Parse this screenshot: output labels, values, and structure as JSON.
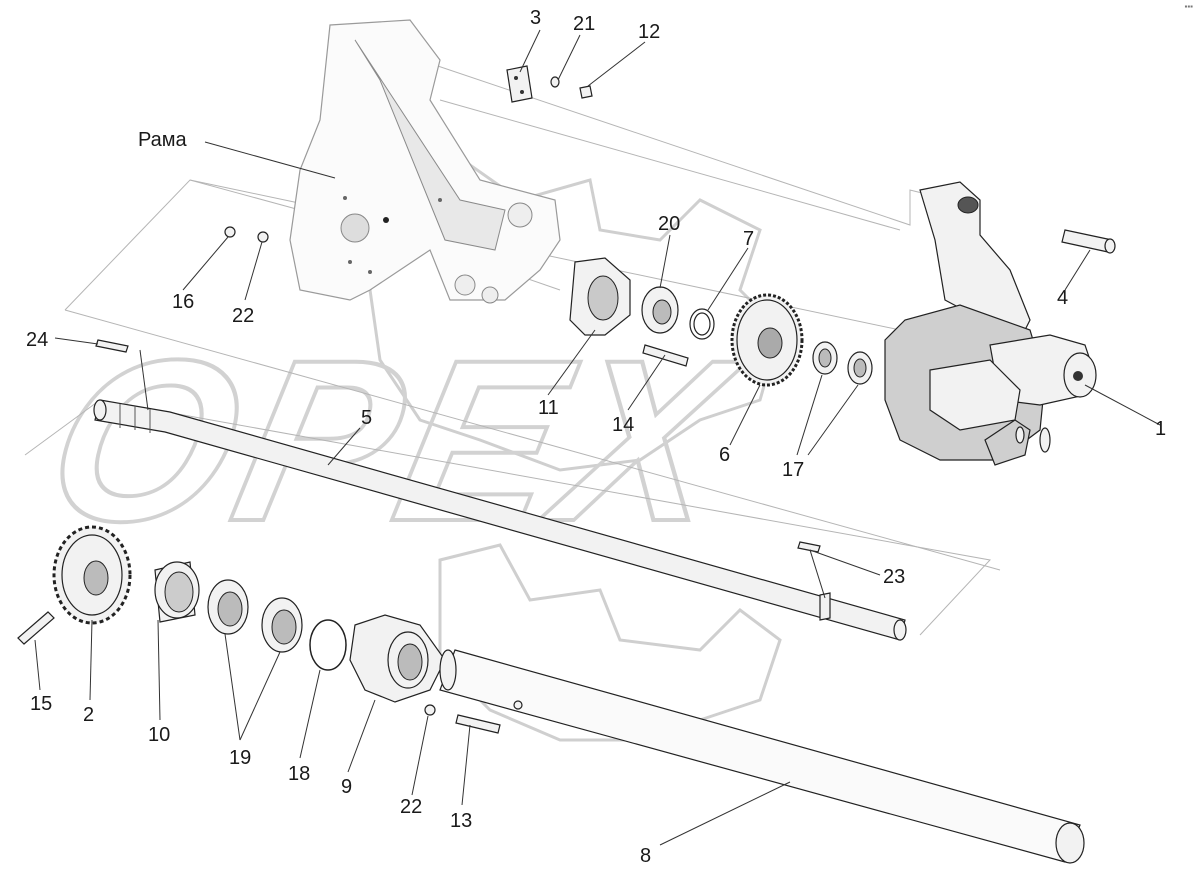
{
  "diagram": {
    "frame_label": "Рама",
    "corner_mark": "▪▪▪",
    "watermark_text": "OPEX",
    "callouts": [
      {
        "id": "c1",
        "text": "1"
      },
      {
        "id": "c2",
        "text": "2"
      },
      {
        "id": "c3",
        "text": "3"
      },
      {
        "id": "c4",
        "text": "4"
      },
      {
        "id": "c5",
        "text": "5"
      },
      {
        "id": "c6",
        "text": "6"
      },
      {
        "id": "c7",
        "text": "7"
      },
      {
        "id": "c8",
        "text": "8"
      },
      {
        "id": "c9",
        "text": "9"
      },
      {
        "id": "c10",
        "text": "10"
      },
      {
        "id": "c11",
        "text": "11"
      },
      {
        "id": "c12",
        "text": "12"
      },
      {
        "id": "c13",
        "text": "13"
      },
      {
        "id": "c14",
        "text": "14"
      },
      {
        "id": "c15",
        "text": "15"
      },
      {
        "id": "c16",
        "text": "16"
      },
      {
        "id": "c17",
        "text": "17"
      },
      {
        "id": "c18",
        "text": "18"
      },
      {
        "id": "c19",
        "text": "19"
      },
      {
        "id": "c20",
        "text": "20"
      },
      {
        "id": "c21",
        "text": "21"
      },
      {
        "id": "c22a",
        "text": "22"
      },
      {
        "id": "c22b",
        "text": "22"
      },
      {
        "id": "c23",
        "text": "23"
      },
      {
        "id": "c24",
        "text": "24"
      }
    ]
  }
}
